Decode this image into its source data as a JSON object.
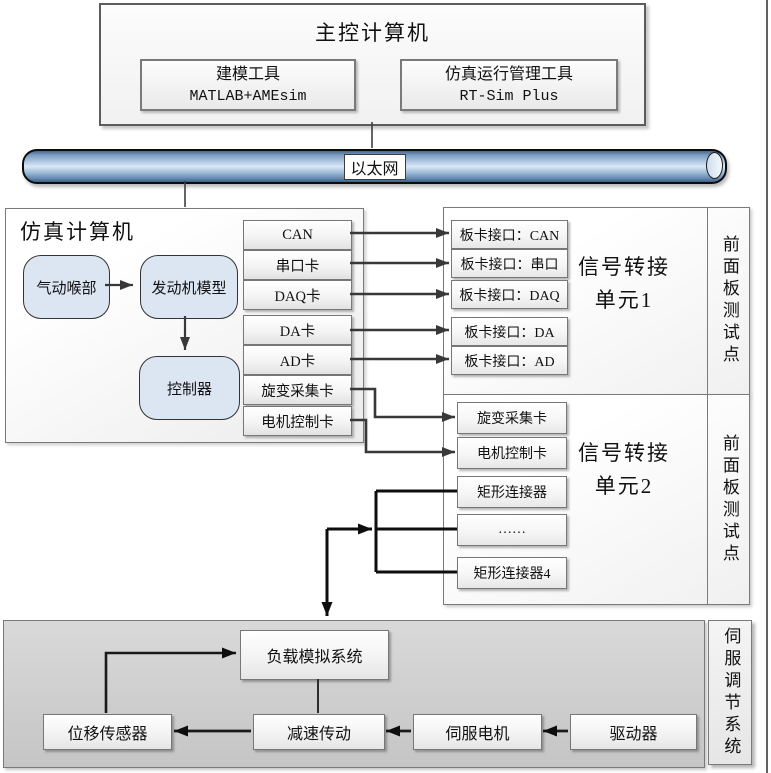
{
  "colors": {
    "node_fill": "#dce6f3",
    "ethernet_blue": "#7d9ec2",
    "servo_panel_gray": "#cdcdcd",
    "box_border": "#7a7a7a"
  },
  "master": {
    "title": "主控计算机",
    "tools": [
      {
        "name": "建模工具",
        "product": "MATLAB+AMEsim"
      },
      {
        "name": "仿真运行管理工具",
        "product": "RT-Sim Plus"
      }
    ]
  },
  "ethernet": {
    "label": "以太网"
  },
  "sim": {
    "title": "仿真计算机",
    "nodes": {
      "throat": "气动喉部",
      "engine": "发动机模型",
      "controller": "控制器"
    },
    "cards": [
      "CAN",
      "串口卡",
      "DAQ卡",
      "DA卡",
      "AD卡",
      "旋变采集卡",
      "电机控制卡"
    ]
  },
  "unit1": {
    "title1": "信号转接",
    "title2": "单元1",
    "ports": [
      "板卡接口：CAN",
      "板卡接口：串口",
      "板卡接口：DAQ",
      "板卡接口：DA",
      "板卡接口：AD"
    ],
    "sidebar": "前面板测试点"
  },
  "unit2": {
    "title1": "信号转接",
    "title2": "单元2",
    "ports": [
      "旋变采集卡",
      "电机控制卡",
      "矩形连接器",
      "……",
      "矩形连接器4"
    ],
    "sidebar": "前面板测试点"
  },
  "servo": {
    "sidebar": "伺服调节系统",
    "load": "负载模拟系统",
    "sensor": "位移传感器",
    "reducer": "减速传动",
    "motor": "伺服电机",
    "driver": "驱动器"
  }
}
